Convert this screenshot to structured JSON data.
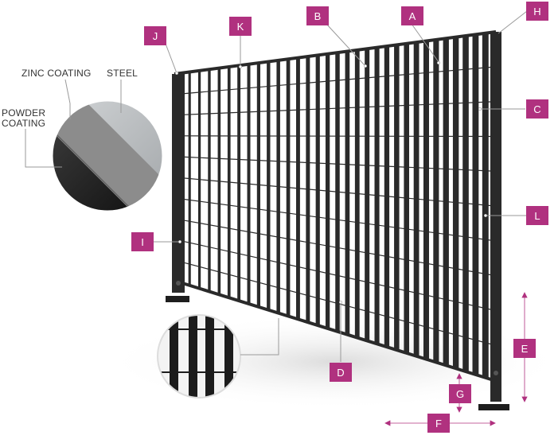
{
  "colors": {
    "accent": "#b0317f",
    "frame": "#2a2a2a",
    "leader": "#9a9a9a",
    "zinc": "#8c8c8c",
    "steel": "#b5b9bc",
    "powder": "#1e1e1e"
  },
  "labels": {
    "A": "A",
    "B": "B",
    "C": "C",
    "D": "D",
    "E": "E",
    "F": "F",
    "G": "G",
    "H": "H",
    "I": "I",
    "J": "J",
    "K": "K",
    "L": "L"
  },
  "inset": {
    "zinc_coating": "ZINC COATING",
    "steel": "STEEL",
    "powder_coating_line1": "POWDER",
    "powder_coating_line2": "COATING"
  }
}
